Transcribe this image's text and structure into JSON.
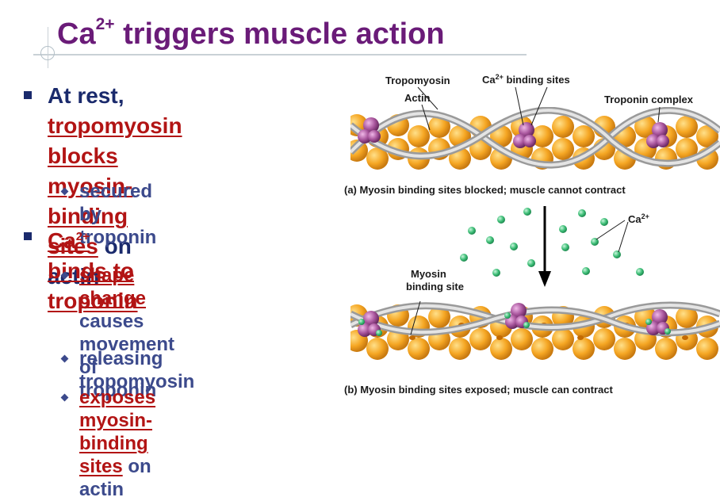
{
  "slide": {
    "title_prefix": "Ca",
    "title_sup": "2+",
    "title_rest": " triggers muscle action"
  },
  "bullets": {
    "b1": {
      "text1": "At rest, ",
      "red1": "tropomyosin",
      "red2": "blocks myosin-binding",
      "red3": "sites",
      "text2": " on actin",
      "sub": "secured by troponin"
    },
    "b2": {
      "red_ca": "Ca",
      "red_sup": "2+",
      "red_rest": " binds to troponin",
      "sub1_red": "shape change",
      "sub1_line2": "causes movement",
      "sub1_line3": "of troponin",
      "sub2": "releasing tropomyosin",
      "sub3_red1": "exposes myosin-",
      "sub3_red2": "binding sites",
      "sub3_text": " on actin"
    }
  },
  "diagram": {
    "label_tropomyosin": "Tropomyosin",
    "label_actin": "Actin",
    "label_ca_sites_prefix": "Ca",
    "label_ca_sites_sup": "2+",
    "label_ca_sites_rest": " binding sites",
    "label_troponin": "Troponin complex",
    "caption_a": "(a) Myosin binding sites blocked; muscle cannot contract",
    "label_ca_ions_prefix": "Ca",
    "label_ca_ions_sup": "2+",
    "label_myosin_site_1": "Myosin",
    "label_myosin_site_2": "binding site",
    "caption_b": "(b) Myosin binding sites exposed; muscle can contract"
  },
  "colors": {
    "title": "#6a1b78",
    "bullet_text": "#1a2a6c",
    "sub_text": "#3c4a8c",
    "emphasis_red": "#b21414",
    "actin_orange": "#f5a623",
    "troponin_purple": "#a8559c",
    "calcium_green": "#3fbf78"
  }
}
